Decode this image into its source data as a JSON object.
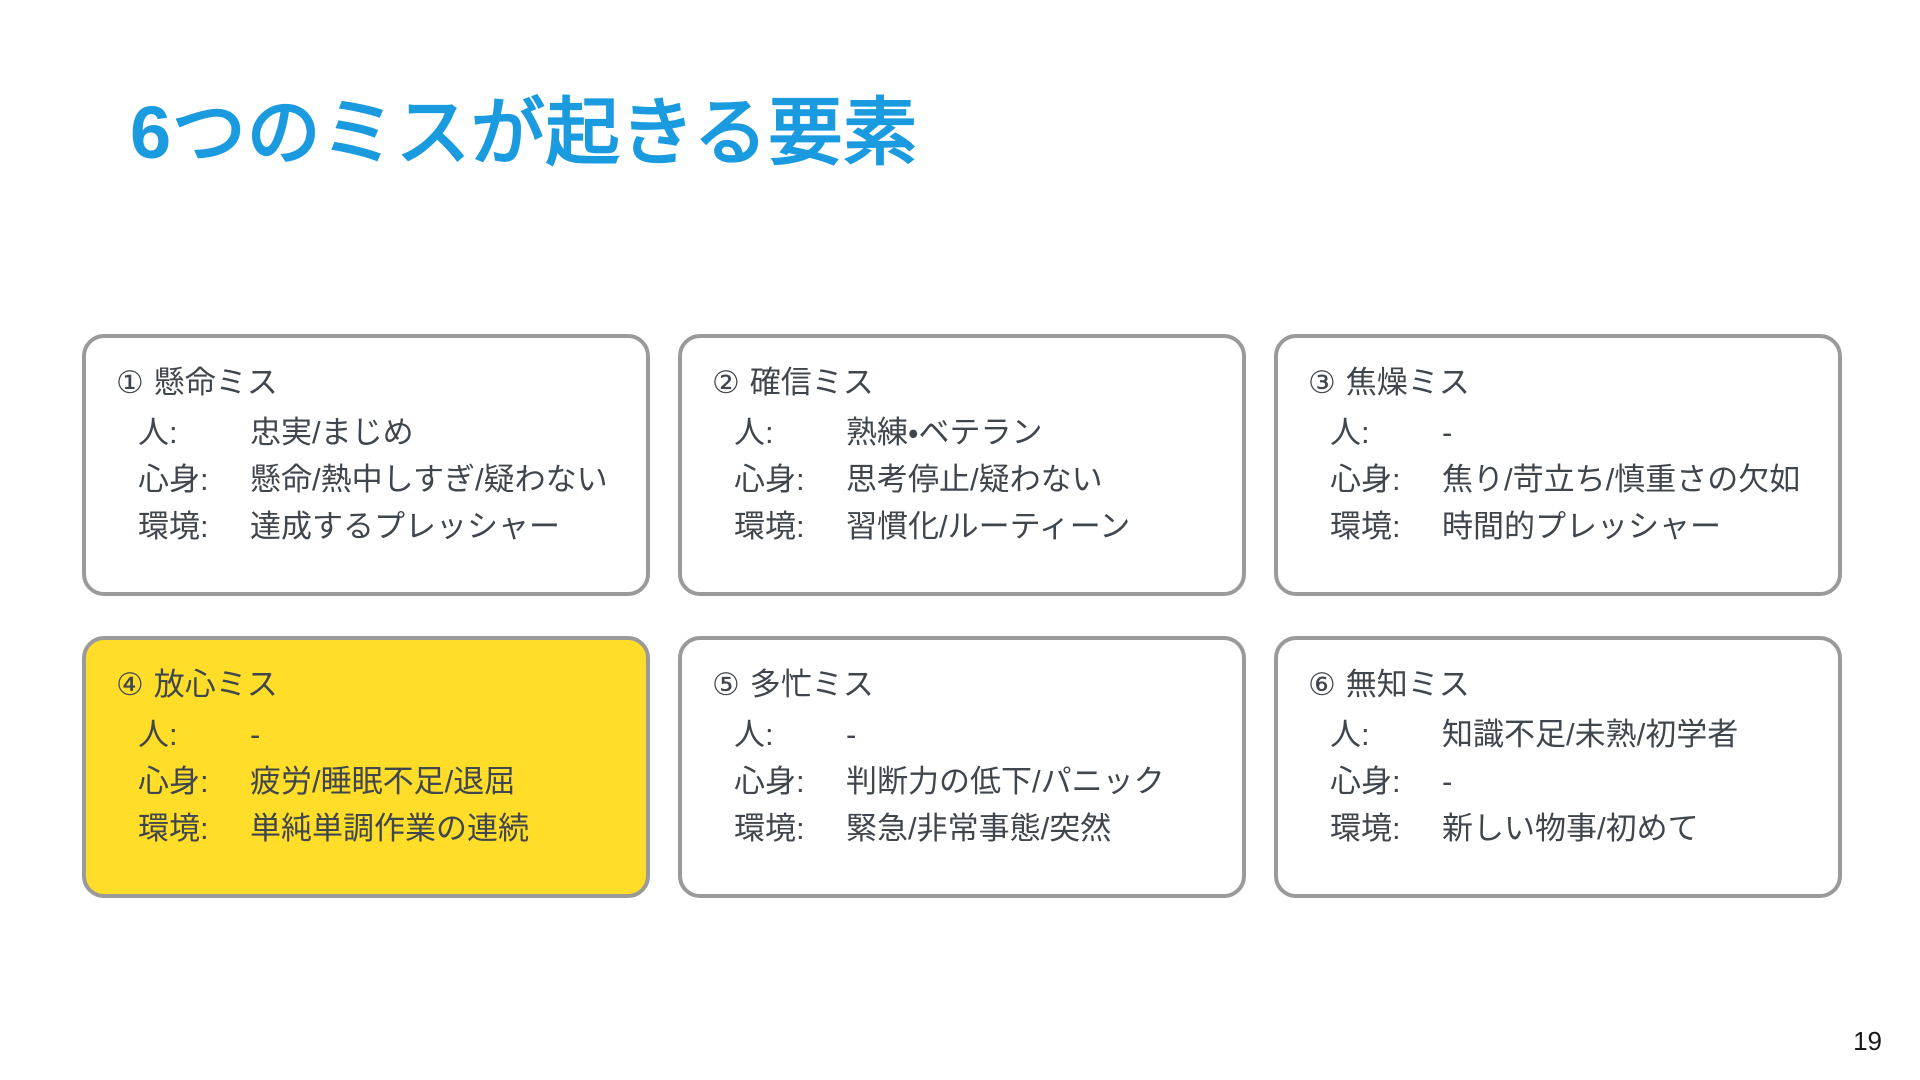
{
  "slide": {
    "title": "6つのミスが起きる要素",
    "title_color": "#1a9be0",
    "background_color": "#ffffff",
    "page_number": "19",
    "card_border_color": "#9a9a9a",
    "highlight_color": "#ffdd28",
    "text_color": "#3f464d"
  },
  "cards": [
    {
      "number": "①",
      "name": "懸命ミス",
      "highlighted": false,
      "rows": [
        {
          "label": "人:",
          "value": "忠実/まじめ"
        },
        {
          "label": "心身:",
          "value": "懸命/熱中しすぎ/疑わない"
        },
        {
          "label": "環境:",
          "value": "達成するプレッシャー"
        }
      ]
    },
    {
      "number": "②",
      "name": "確信ミス",
      "highlighted": false,
      "rows": [
        {
          "label": "人:",
          "value": "熟練・ベテラン"
        },
        {
          "label": "心身:",
          "value": "思考停止/疑わない"
        },
        {
          "label": "環境:",
          "value": "習慣化/ルーティーン"
        }
      ]
    },
    {
      "number": "③",
      "name": "焦燥ミス",
      "highlighted": false,
      "rows": [
        {
          "label": "人:",
          "value": "-"
        },
        {
          "label": "心身:",
          "value": "焦り/苛立ち/慎重さの欠如"
        },
        {
          "label": "環境:",
          "value": "時間的プレッシャー"
        }
      ]
    },
    {
      "number": "④",
      "name": "放心ミス",
      "highlighted": true,
      "rows": [
        {
          "label": "人:",
          "value": "-"
        },
        {
          "label": "心身:",
          "value": "疲労/睡眠不足/退屈"
        },
        {
          "label": "環境:",
          "value": "単純単調作業の連続"
        }
      ]
    },
    {
      "number": "⑤",
      "name": "多忙ミス",
      "highlighted": false,
      "rows": [
        {
          "label": "人:",
          "value": "-"
        },
        {
          "label": "心身:",
          "value": "判断力の低下/パニック"
        },
        {
          "label": "環境:",
          "value": "緊急/非常事態/突然"
        }
      ]
    },
    {
      "number": "⑥",
      "name": "無知ミス",
      "highlighted": false,
      "rows": [
        {
          "label": "人:",
          "value": "知識不足/未熟/初学者"
        },
        {
          "label": "心身:",
          "value": "-"
        },
        {
          "label": "環境:",
          "value": "新しい物事/初めて"
        }
      ]
    }
  ]
}
